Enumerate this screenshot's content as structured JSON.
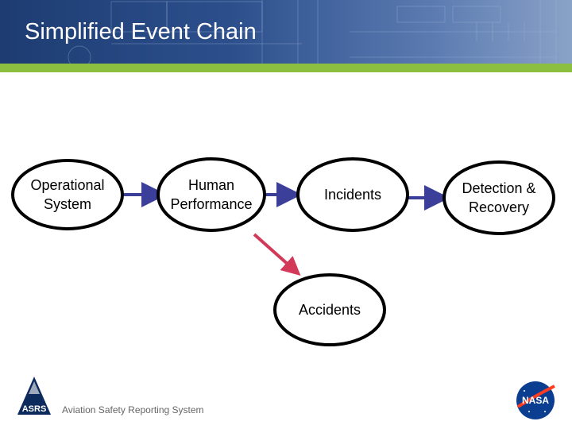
{
  "header": {
    "title": "Simplified Event Chain",
    "bg_color": "#1d3c72",
    "accent_bar_color": "#8cbf3f"
  },
  "diagram": {
    "nodes": [
      {
        "id": "operational-system",
        "label": "Operational System"
      },
      {
        "id": "human-performance",
        "label": "Human Performance"
      },
      {
        "id": "incidents",
        "label": "Incidents"
      },
      {
        "id": "detection-recovery",
        "label": "Detection & Recovery"
      },
      {
        "id": "accidents",
        "label": "Accidents"
      }
    ],
    "edges": [
      {
        "from": "operational-system",
        "to": "human-performance",
        "color": "#3c3f9a"
      },
      {
        "from": "human-performance",
        "to": "incidents",
        "color": "#3c3f9a"
      },
      {
        "from": "incidents",
        "to": "detection-recovery",
        "color": "#3c3f9a"
      },
      {
        "from": "human-performance",
        "to": "accidents",
        "color": "#d33a5a"
      }
    ]
  },
  "footer": {
    "text": "Aviation Safety Reporting System",
    "asrs_logo_text": "ASRS",
    "nasa_logo_text": "NASA"
  }
}
